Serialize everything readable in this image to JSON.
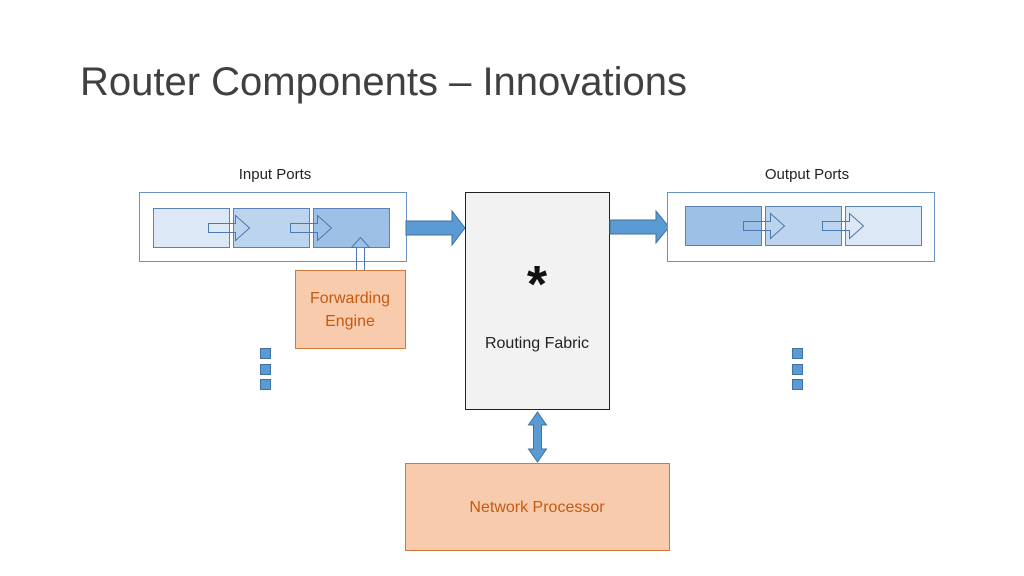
{
  "title": "Router Components – Innovations",
  "input_ports_label": "Input Ports",
  "output_ports_label": "Output Ports",
  "forwarding_engine": [
    "Forwarding",
    "Engine"
  ],
  "routing_fabric": {
    "symbol": "*",
    "label": "Routing Fabric"
  },
  "network_processor": "Network Processor",
  "colors": {
    "blue": "#5b9bd5",
    "orange_fill": "#f8cbad",
    "orange_text": "#c55a11",
    "fabric_fill": "#f2f2f2"
  }
}
